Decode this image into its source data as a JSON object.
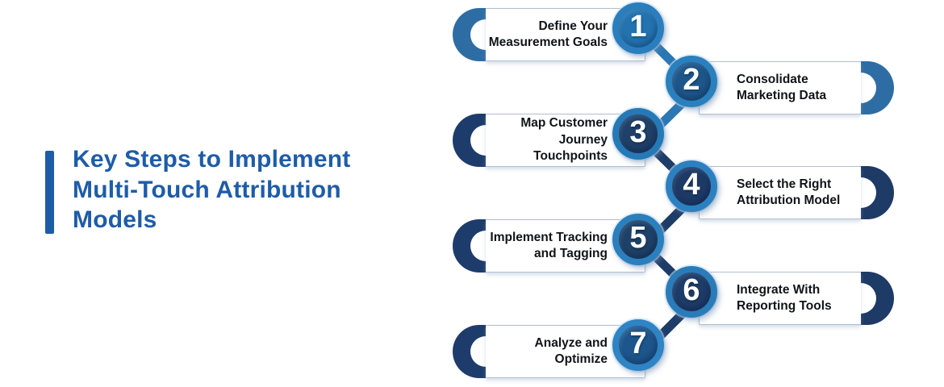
{
  "title": {
    "text": "Key Steps to Implement\nMulti-Touch Attribution\nModels",
    "color": "#1e5ca8",
    "accent": "#1e5ca8"
  },
  "steps": [
    {
      "number": "1",
      "label": "Define Your\nMeasurement Goals",
      "side": "left",
      "colors": {
        "cap": "#2e6da4",
        "ring": "#2b7ebd",
        "fill": "#2273af"
      }
    },
    {
      "number": "2",
      "label": "Consolidate\nMarketing Data",
      "side": "right",
      "colors": {
        "cap": "#2e6da4",
        "ring": "#2980bd",
        "fill": "#1d5689"
      }
    },
    {
      "number": "3",
      "label": "Map Customer\nJourney Touchpoints",
      "side": "left",
      "colors": {
        "cap": "#1e3c6b",
        "ring": "#2679b7",
        "fill": "#1e4069"
      }
    },
    {
      "number": "4",
      "label": "Select the Right\nAttribution Model",
      "side": "right",
      "colors": {
        "cap": "#1e3a66",
        "ring": "#2c80c0",
        "fill": "#1d3a66"
      }
    },
    {
      "number": "5",
      "label": "Implement Tracking\nand Tagging",
      "side": "left",
      "colors": {
        "cap": "#1e3c6b",
        "ring": "#2b7fbc",
        "fill": "#1e4168"
      }
    },
    {
      "number": "6",
      "label": "Integrate With\nReporting Tools",
      "side": "right",
      "colors": {
        "cap": "#1e3a66",
        "ring": "#2a7cb9",
        "fill": "#1d3c68"
      }
    },
    {
      "number": "7",
      "label": "Analyze and\nOptimize",
      "side": "left",
      "colors": {
        "cap": "#1e3c6b",
        "ring": "#2e84c4",
        "fill": "#1d568c"
      }
    }
  ],
  "connectors": [
    "#2a77b4",
    "#2a77b4",
    "#1e3c68",
    "#1e3c68",
    "#1e3c68",
    "#1e3c68"
  ]
}
